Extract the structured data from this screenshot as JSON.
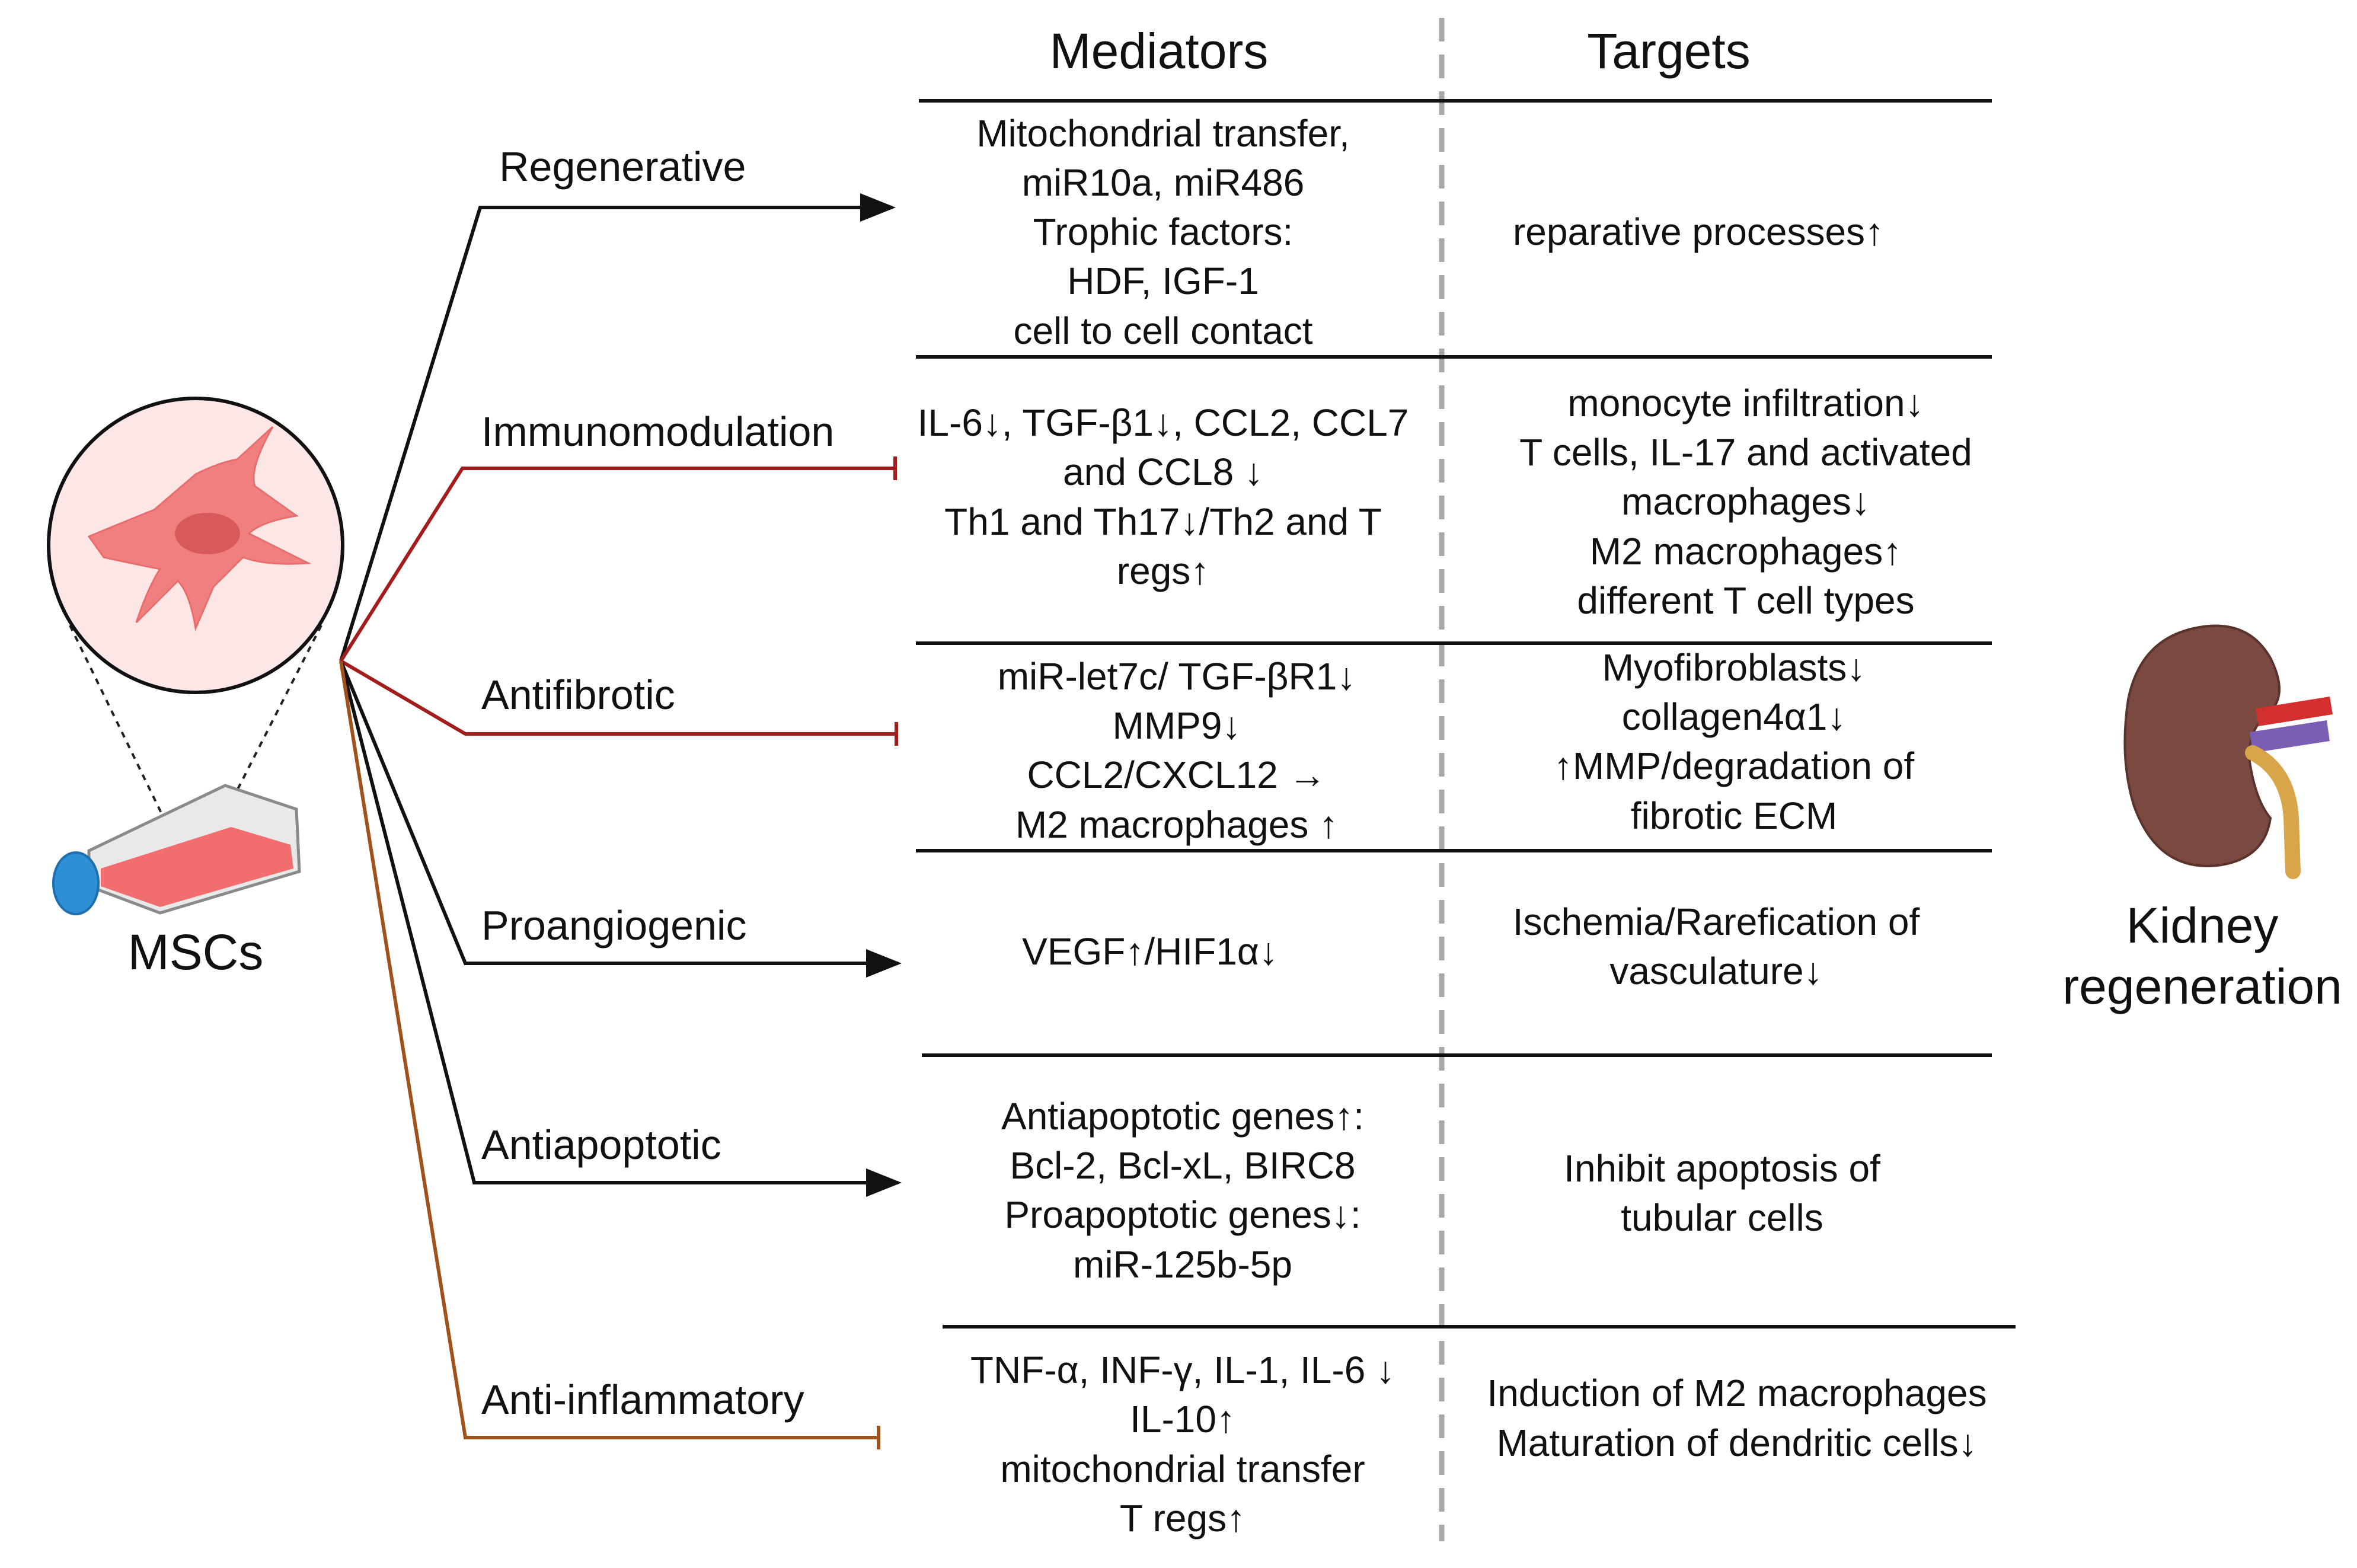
{
  "headers": {
    "mediators": "Mediators",
    "targets": "Targets"
  },
  "source": {
    "label": "MSCs"
  },
  "destination": {
    "label_line1": "Kidney",
    "label_line2": "regeneration"
  },
  "colors": {
    "stimulate": "#111111",
    "inhibit_red": "#a31d1d",
    "inhibit_brown": "#a0521d",
    "divider": "#a8a8a8",
    "cell_fill": "#f4a0a0",
    "cell_nucleus": "#e06e6e",
    "flask_cap": "#2f8fd6",
    "kidney": "#7a4a42"
  },
  "pathways": [
    {
      "name": "Regenerative",
      "effect": "arrow",
      "mediators": [
        "Mitochondrial transfer,",
        "miR10a, miR486",
        "Trophic factors:",
        "HDF, IGF-1",
        "cell to cell contact"
      ],
      "targets": [
        "reparative processes↑"
      ]
    },
    {
      "name": "Immunomodulation",
      "effect": "inhibit",
      "mediators": [
        "IL-6↓, TGF-β1↓, CCL2, CCL7",
        "and CCL8 ↓",
        "Th1 and Th17↓/Th2 and T",
        "regs↑"
      ],
      "targets": [
        "monocyte infiltration↓",
        "T cells, IL-17 and activated",
        "macrophages↓",
        "M2 macrophages↑",
        "different T cell types"
      ]
    },
    {
      "name": "Antifibrotic",
      "effect": "inhibit",
      "mediators": [
        "miR-let7c/ TGF-βR1↓",
        "MMP9↓",
        "CCL2/CXCL12 →",
        "M2 macrophages ↑"
      ],
      "targets": [
        "Myofibroblasts↓",
        "collagen4α1↓",
        "↑MMP/degradation of",
        "fibrotic ECM"
      ]
    },
    {
      "name": "Proangiogenic",
      "effect": "arrow",
      "mediators": [
        "VEGF↑/HIF1α↓"
      ],
      "targets": [
        "Ischemia/Rarefication of",
        "vasculature↓"
      ]
    },
    {
      "name": "Antiapoptotic",
      "effect": "arrow",
      "mediators": [
        "Antiapoptotic genes↑:",
        "Bcl-2, Bcl-xL, BIRC8",
        "Proapoptotic genes↓:",
        "miR-125b-5p"
      ],
      "targets": [
        "Inhibit  apoptosis of",
        "tubular cells"
      ]
    },
    {
      "name": "Anti-inflammatory",
      "effect": "inhibit",
      "mediators": [
        "TNF-α, INF-γ, IL-1, IL-6 ↓",
        "IL-10↑",
        "mitochondrial transfer",
        "T regs↑"
      ],
      "targets": [
        "Induction of M2 macrophages",
        "Maturation of dendritic cells↓"
      ]
    }
  ]
}
